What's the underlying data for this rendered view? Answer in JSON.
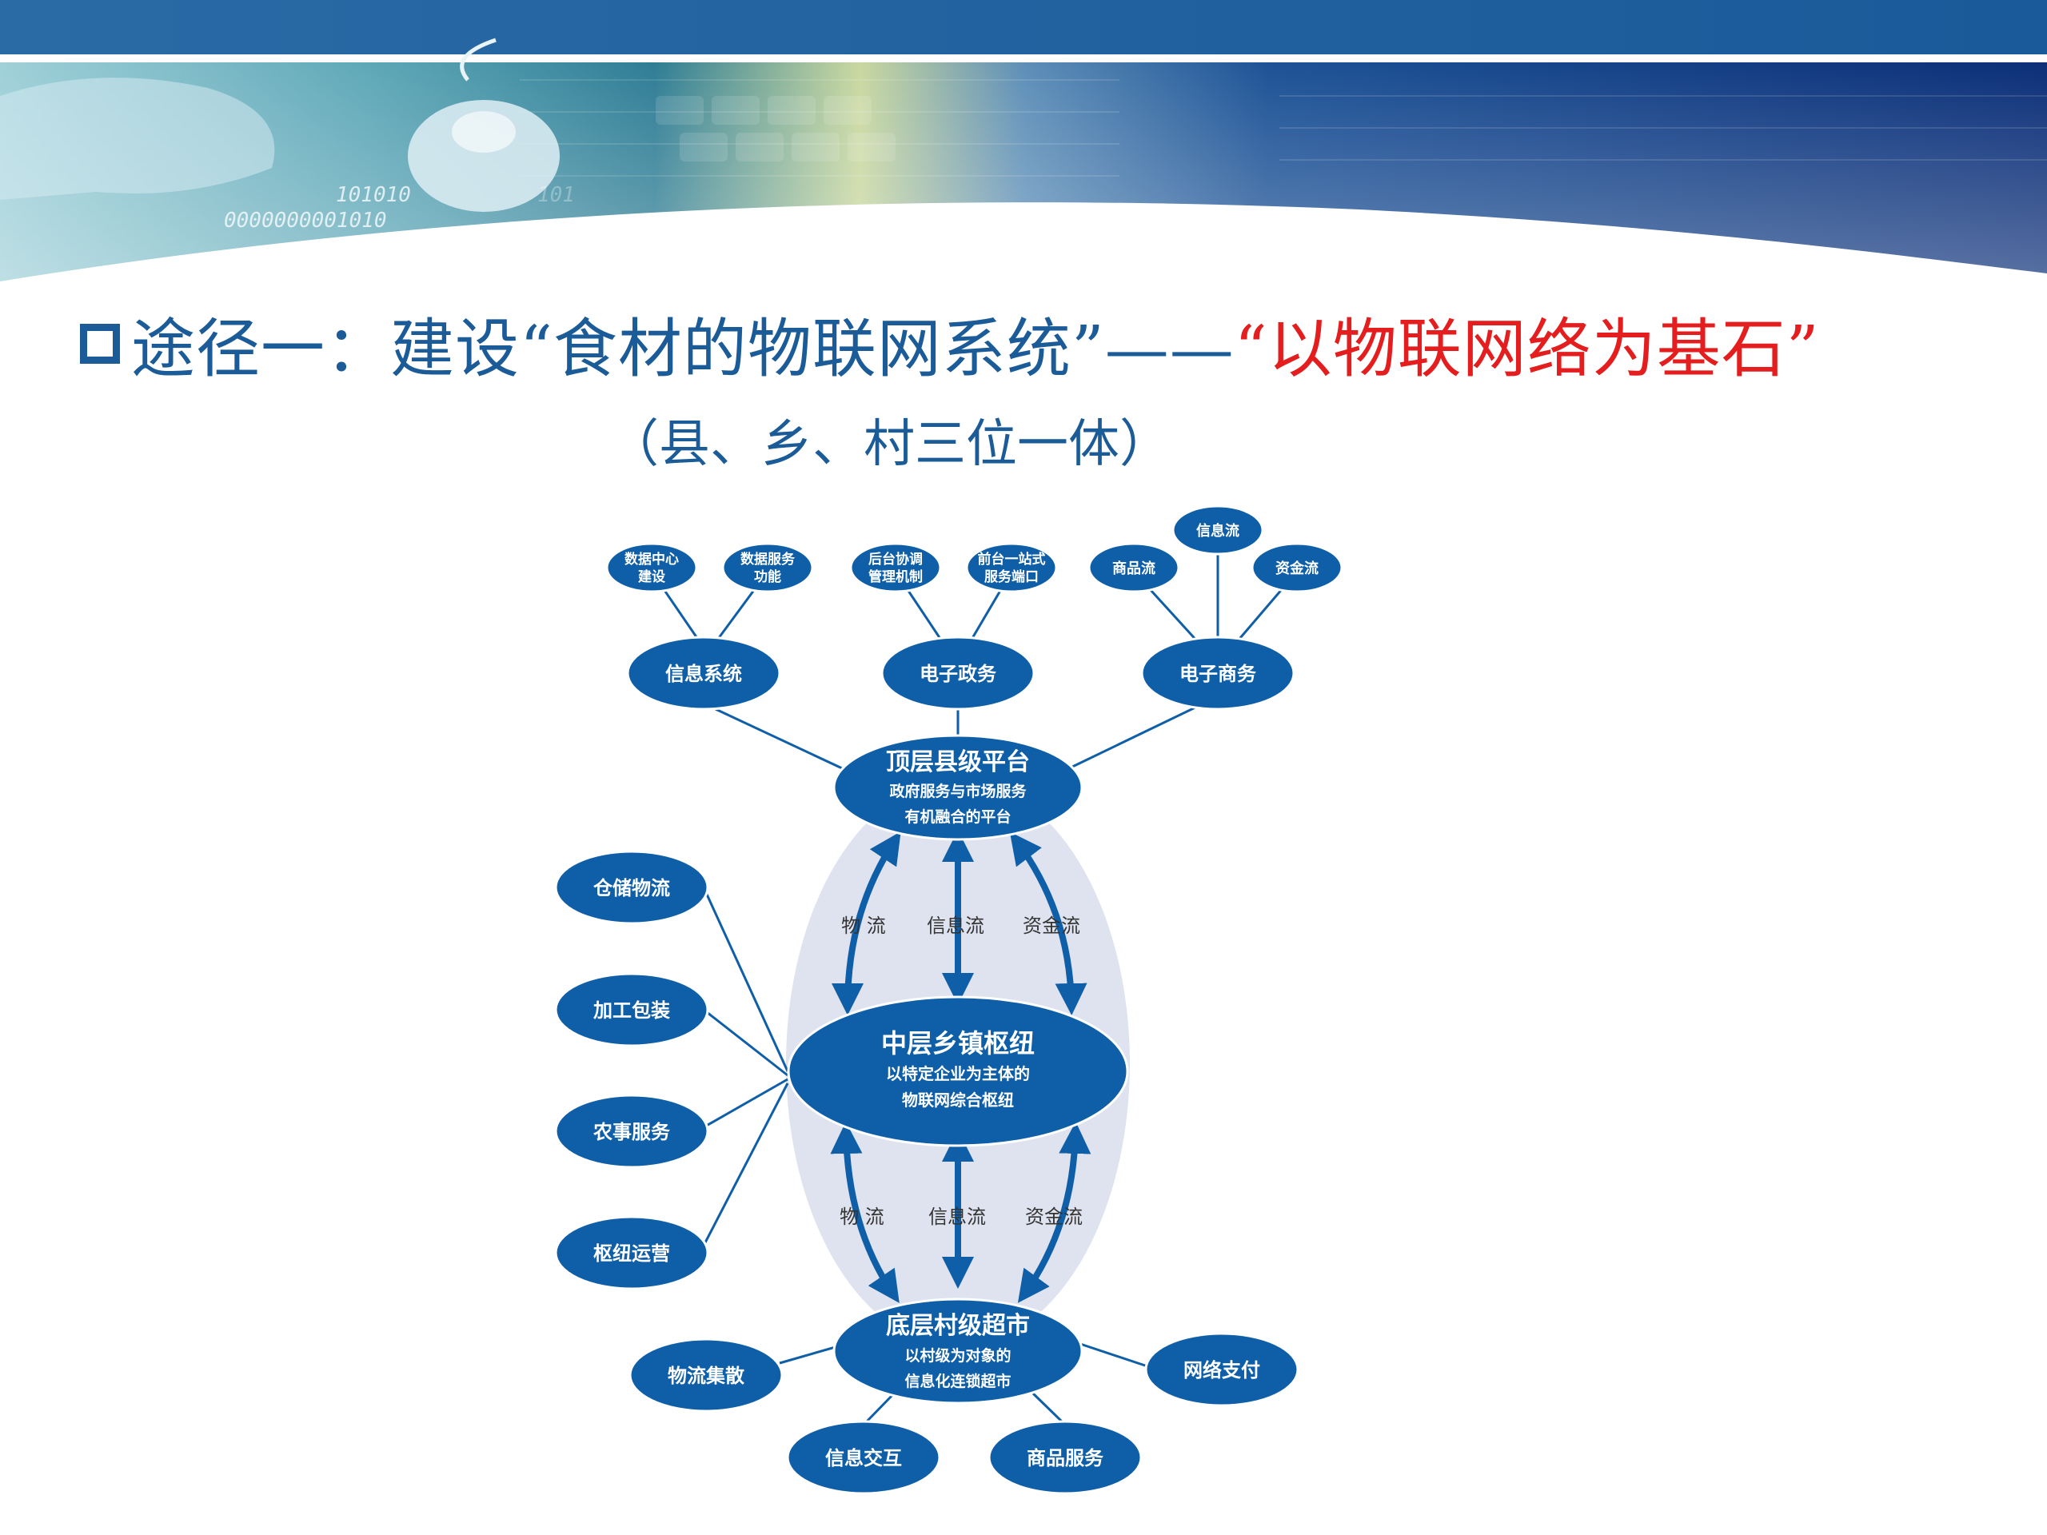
{
  "title": {
    "main": "途径一：建设“食材的物联网系统”——",
    "highlight": "“以物联网络为基石”",
    "subtitle": "（县、乡、村三位一体）"
  },
  "banner": {
    "binary_top": "101010",
    "binary_bottom": "0000000001010",
    "binary_faint": "101"
  },
  "colors": {
    "node": "#0e5ea8",
    "title": "#1b5c98",
    "highlight": "#e41e1e",
    "halo": "#dfe3ef"
  },
  "diagram": {
    "top_platform": {
      "title": "顶层县级平台",
      "line1": "政府服务与市场服务",
      "line2": "有机融合的平台"
    },
    "middle_hub": {
      "title": "中层乡镇枢纽",
      "line1": "以特定企业为主体的",
      "line2": "物联网综合枢纽"
    },
    "bottom_market": {
      "title": "底层村级超市",
      "line1": "以村级为对象的",
      "line2": "信息化连锁超市"
    },
    "branches": {
      "info_system": "信息系统",
      "e_gov": "电子政务",
      "e_commerce": "电子商务"
    },
    "leaves": {
      "data_center": [
        "数据中心",
        "建设"
      ],
      "data_service": [
        "数据服务",
        "功能"
      ],
      "backend": [
        "后台协调",
        "管理机制"
      ],
      "frontend": [
        "前台一站式",
        "服务端口"
      ],
      "goods_flow": "商品流",
      "info_flow": "信息流",
      "fund_flow": "资金流"
    },
    "hub_services": [
      "仓储物流",
      "加工包装",
      "农事服务",
      "枢纽运营"
    ],
    "bottom_services": {
      "logistics": "物流集散",
      "info_exchange": "信息交互",
      "goods_service": "商品服务",
      "payment": "网络支付"
    },
    "flows_upper": [
      "物  流",
      "信息流",
      "资金流"
    ],
    "flows_lower": [
      "物  流",
      "信息流",
      "资金流"
    ]
  }
}
